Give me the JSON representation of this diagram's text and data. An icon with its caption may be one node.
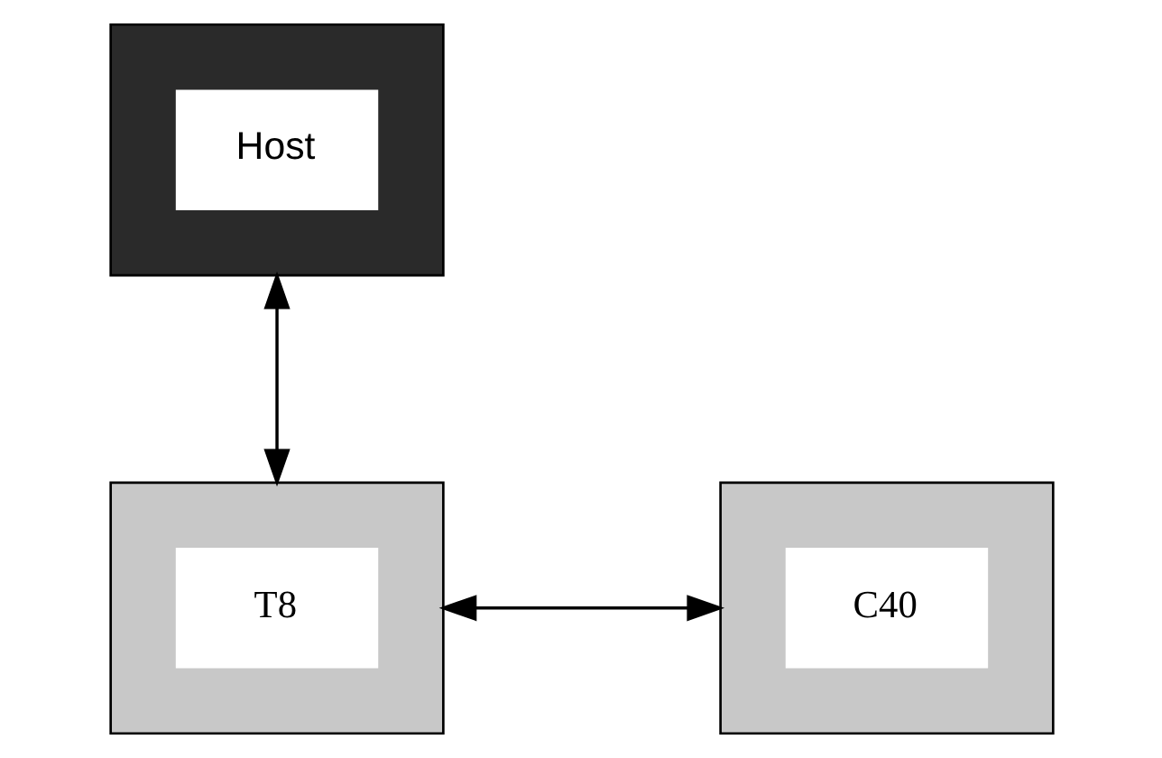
{
  "diagram": {
    "nodes": [
      {
        "text": [
          "Host"
        ]
      },
      {
        "text": [
          "T8"
        ]
      },
      {
        "text": [
          "C40"
        ]
      }
    ],
    "edges": [
      {
        "from": 0,
        "to": 1,
        "arrow": "both"
      },
      {
        "from": 1,
        "to": 2,
        "arrow": "both"
      }
    ]
  }
}
